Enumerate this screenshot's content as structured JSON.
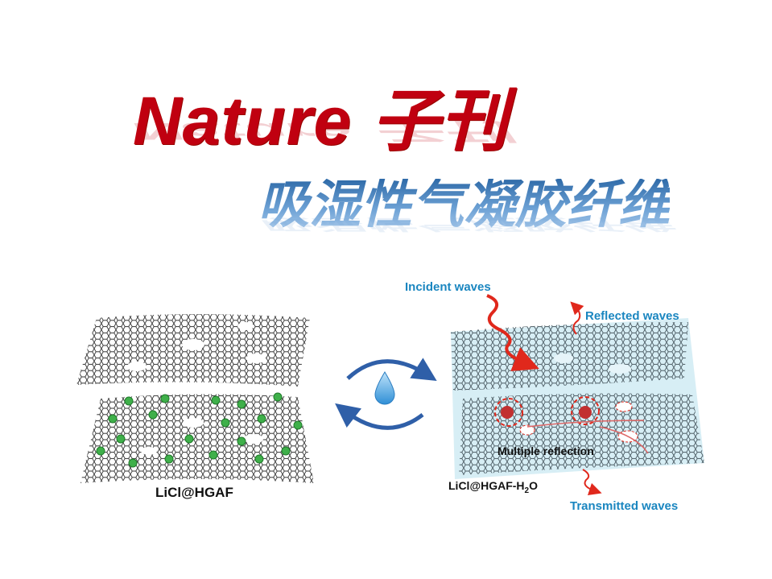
{
  "title": "Nature 子刊",
  "subtitle": "吸湿性气凝胶纤维",
  "left_figure": {
    "label": "LiCl@HGAF"
  },
  "right_figure": {
    "label_main": "LiCl@HGAF-H",
    "label_sub": "2",
    "label_tail": "O",
    "incident": "Incident waves",
    "reflected": "Reflected waves",
    "multiple": "Multiple reflection",
    "transmitted": "Transmitted waves"
  },
  "colors": {
    "title_red": "#c00010",
    "subtitle_blue": "#3a78b8",
    "label_blue": "#1a86c0",
    "wave_red": "#e0281c"
  }
}
